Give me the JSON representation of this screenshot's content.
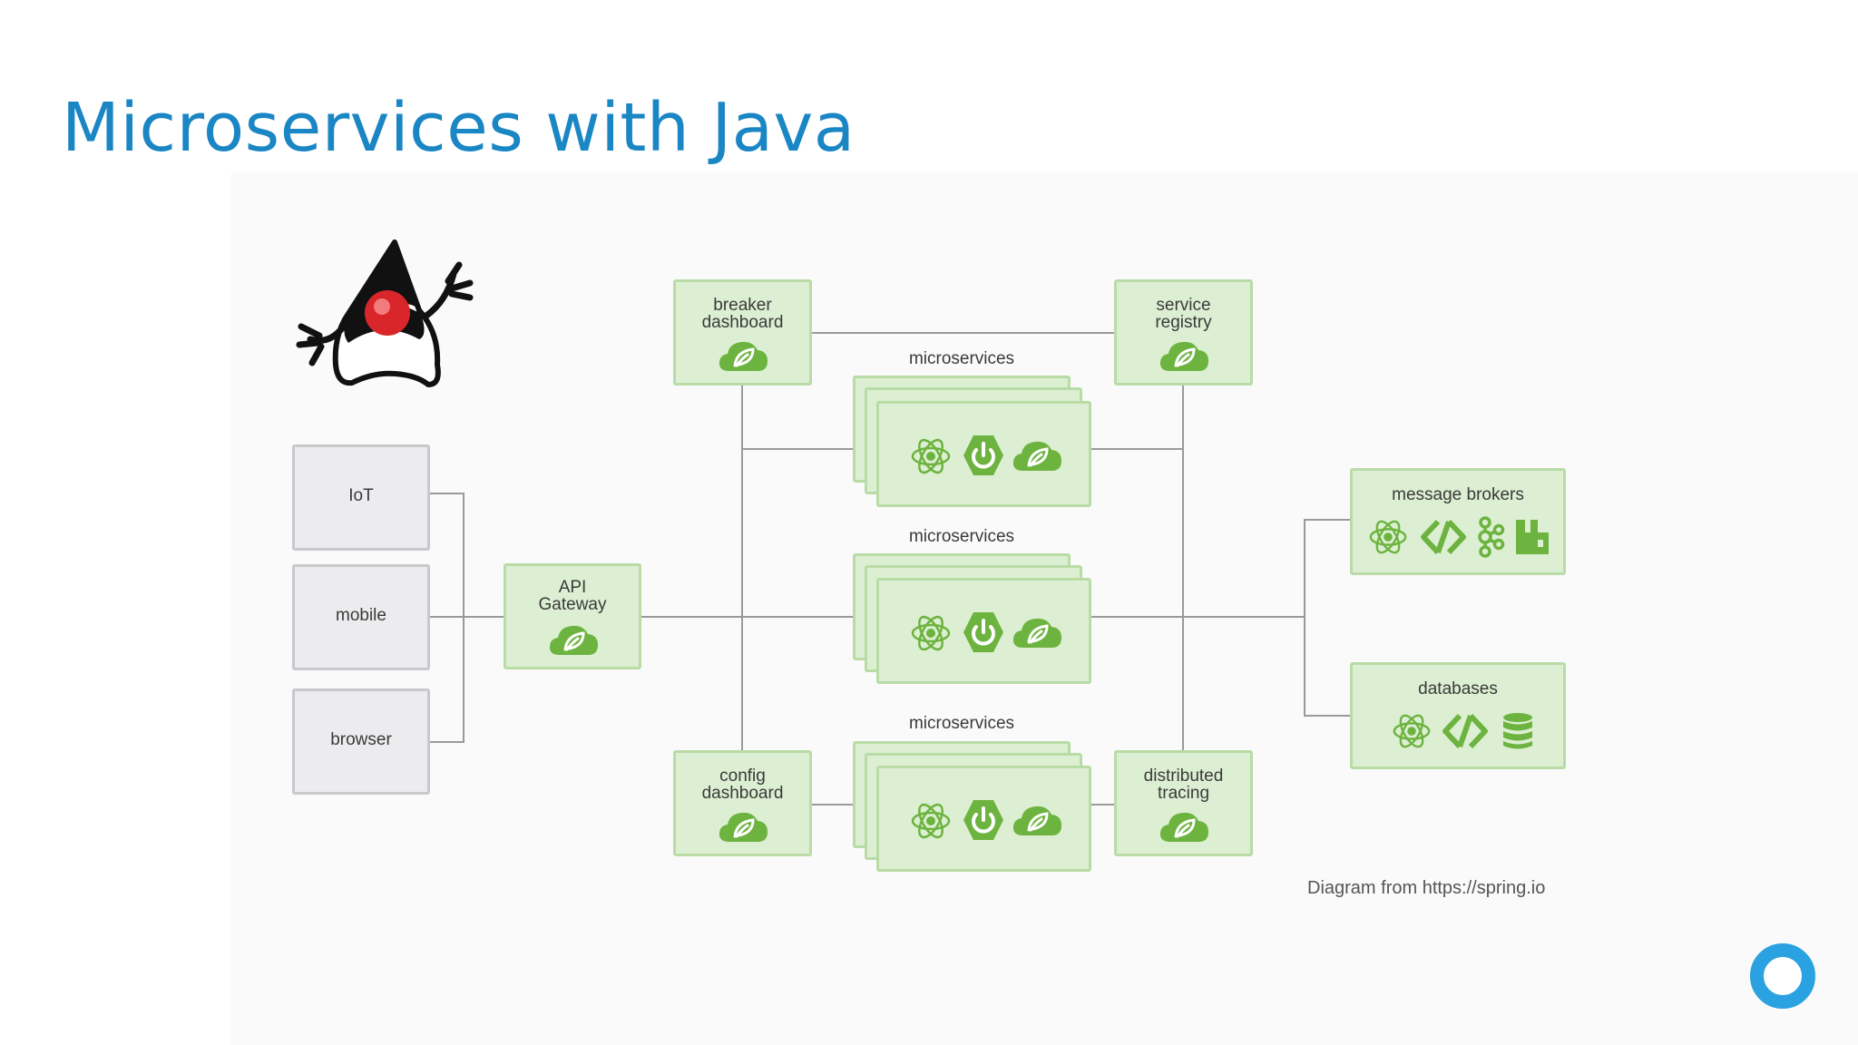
{
  "slide": {
    "title": "Microservices with Java",
    "caption": "Diagram from https://spring.io"
  },
  "diagram": {
    "clients": [
      "IoT",
      "mobile",
      "browser"
    ],
    "gateway": [
      "API",
      "Gateway"
    ],
    "breaker_dashboard": [
      "breaker",
      "dashboard"
    ],
    "service_registry": [
      "service",
      "registry"
    ],
    "config_dashboard": [
      "config",
      "dashboard"
    ],
    "distributed_tracing": [
      "distributed",
      "tracing"
    ],
    "microservices_label": "microservices",
    "message_brokers": "message brokers",
    "databases": "databases"
  },
  "colors": {
    "title": "#1a86c4",
    "box_fill": "#dcefd2",
    "box_border": "#b9dca7",
    "icon_green": "#6db33f",
    "client_fill": "#ececef",
    "line": "#9a9a9a",
    "accent_ring": "#2aa1e0"
  },
  "icons": [
    "duke-mascot",
    "spring-cloud-icon",
    "spring-boot-icon",
    "reactor-icon",
    "pivotal-icon",
    "kafka-icon",
    "rabbitmq-icon",
    "database-icon"
  ]
}
